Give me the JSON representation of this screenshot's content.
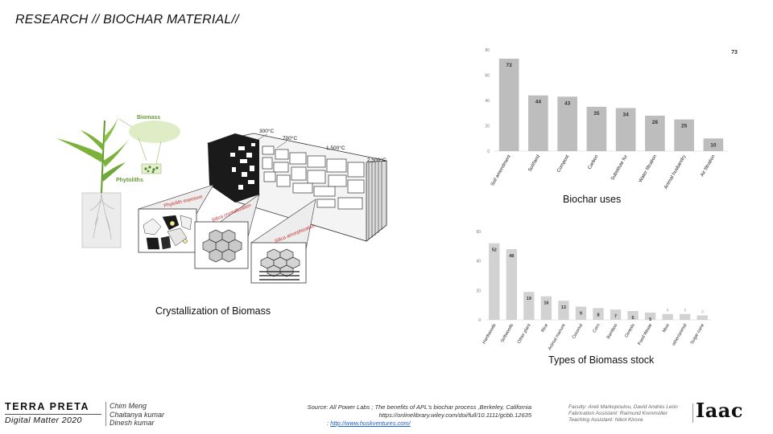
{
  "slide": {
    "title": "RESEARCH // BIOCHAR  MATERIAL//"
  },
  "diagram": {
    "labels": {
      "biomass": "Biomass",
      "phytoliths": "Phytoliths",
      "t300": "300°C",
      "t700": "700°C",
      "t1500": "1,500°C",
      "t2500": "2,500°C",
      "phytolith_exposure": "Phytolith exposure",
      "silica_crystallization": "Silica crystallization",
      "silica_amorphization": "Silica amorphization"
    },
    "caption": "Crystallization of Biomass"
  },
  "chart_data": [
    {
      "type": "bar",
      "title": "",
      "caption": "Biochar uses",
      "categories": [
        "Soil amendment",
        "Soil/land",
        "Compost",
        "Carbon",
        "Substitute for",
        "Water filtration",
        "Animal husbandry",
        "Air filtration"
      ],
      "values": [
        73,
        44,
        43,
        35,
        34,
        28,
        25,
        10
      ],
      "yticks": [
        0,
        20,
        40,
        60,
        80
      ],
      "ylim": [
        0,
        80
      ],
      "xlabel": "",
      "ylabel": "",
      "grid": false,
      "bar_color": "#bdbdbd",
      "corner_mark": "73"
    },
    {
      "type": "bar",
      "title": "",
      "caption": "Types of Biomass stock",
      "categories": [
        "Hardwoods",
        "Softwoods",
        "Other plant",
        "Rice",
        "Animal manure",
        "Coconut",
        "Corn",
        "Bamboo",
        "Cereals",
        "Food Waste",
        "Msw",
        "other/animal",
        "Sugar cane"
      ],
      "values": [
        52,
        48,
        19,
        16,
        13,
        9,
        8,
        7,
        6,
        5,
        4,
        4,
        3
      ],
      "yticks": [
        0,
        20,
        40,
        60
      ],
      "ylim": [
        0,
        60
      ],
      "xlabel": "",
      "ylabel": "",
      "grid": false,
      "bar_color": "#d2d2d2"
    }
  ],
  "footer": {
    "brand": "TERRA  PRETA",
    "brand_sub": "Digital Matter 2020",
    "authors": [
      "Chim Meng",
      "Chaitanya kumar",
      "Dinesh kumar"
    ],
    "source_lines": [
      "Source: All Power Labs ;  The benefits of APL's biochar process ,Berkeley, California",
      "https://onlinelibrary.wiley.com/doi/full/10.1111/gcbb.12635"
    ],
    "source_link_prefix": ": ",
    "source_link": "http://www.huskventures.com/",
    "faculty_lines": [
      "Faculty: Areti Markopoulou, David Andrés León",
      "Fabrication Assistant: Raimund Krenmüller",
      "Teaching Assistant: Nikol Kirova"
    ],
    "logo_text": "Iaac"
  },
  "colors": {
    "leaf": "#7cb23a",
    "label_green": "#6a9a3a",
    "bar_dark": "#bdbdbd",
    "bar_light": "#d2d2d2",
    "link": "#1a5dd6"
  }
}
